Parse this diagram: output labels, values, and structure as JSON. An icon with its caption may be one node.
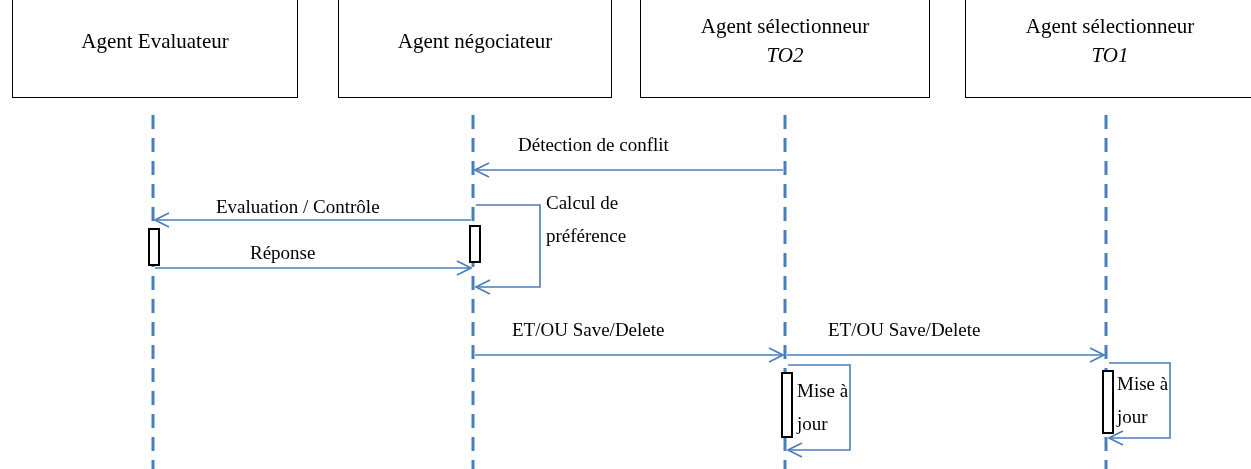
{
  "diagram": {
    "nodes": [
      {
        "text": [
          "Agent Evaluateur"
        ]
      },
      {
        "text": [
          "Agent négociateur"
        ]
      },
      {
        "text": [
          "Agent sélectionneur",
          "TO2"
        ]
      },
      {
        "text": [
          "Agent sélectionneur",
          "TO1"
        ]
      },
      {
        "text": [],
        "shape": "line"
      },
      {
        "text": [],
        "shape": "line"
      },
      {
        "text": [],
        "shape": "line"
      },
      {
        "text": [],
        "shape": "line"
      },
      {
        "text": [],
        "shape": "bar"
      },
      {
        "text": [],
        "shape": "bar"
      },
      {
        "text": [],
        "shape": "bar"
      },
      {
        "text": [],
        "shape": "bar"
      }
    ],
    "edges": [
      {
        "from": 6,
        "to": 5,
        "arrow": "to",
        "label": "Détection de conflit"
      },
      {
        "from": 5,
        "to": 4,
        "arrow": "to",
        "label": "Evaluation / Contrôle"
      },
      {
        "from": 5,
        "to": 5,
        "arrow": "to",
        "label": "Calcul de préférence"
      },
      {
        "from": 4,
        "to": 5,
        "arrow": "to",
        "label": "Réponse"
      },
      {
        "from": 5,
        "to": 6,
        "arrow": "to",
        "label": "ET/OU  Save/Delete"
      },
      {
        "from": 6,
        "to": 7,
        "arrow": "to",
        "label": "ET/OU  Save/Delete"
      },
      {
        "from": 6,
        "to": 6,
        "arrow": "to",
        "label": "Mise à jour"
      },
      {
        "from": 7,
        "to": 7,
        "arrow": "to",
        "label": "Mise à jour"
      }
    ]
  }
}
